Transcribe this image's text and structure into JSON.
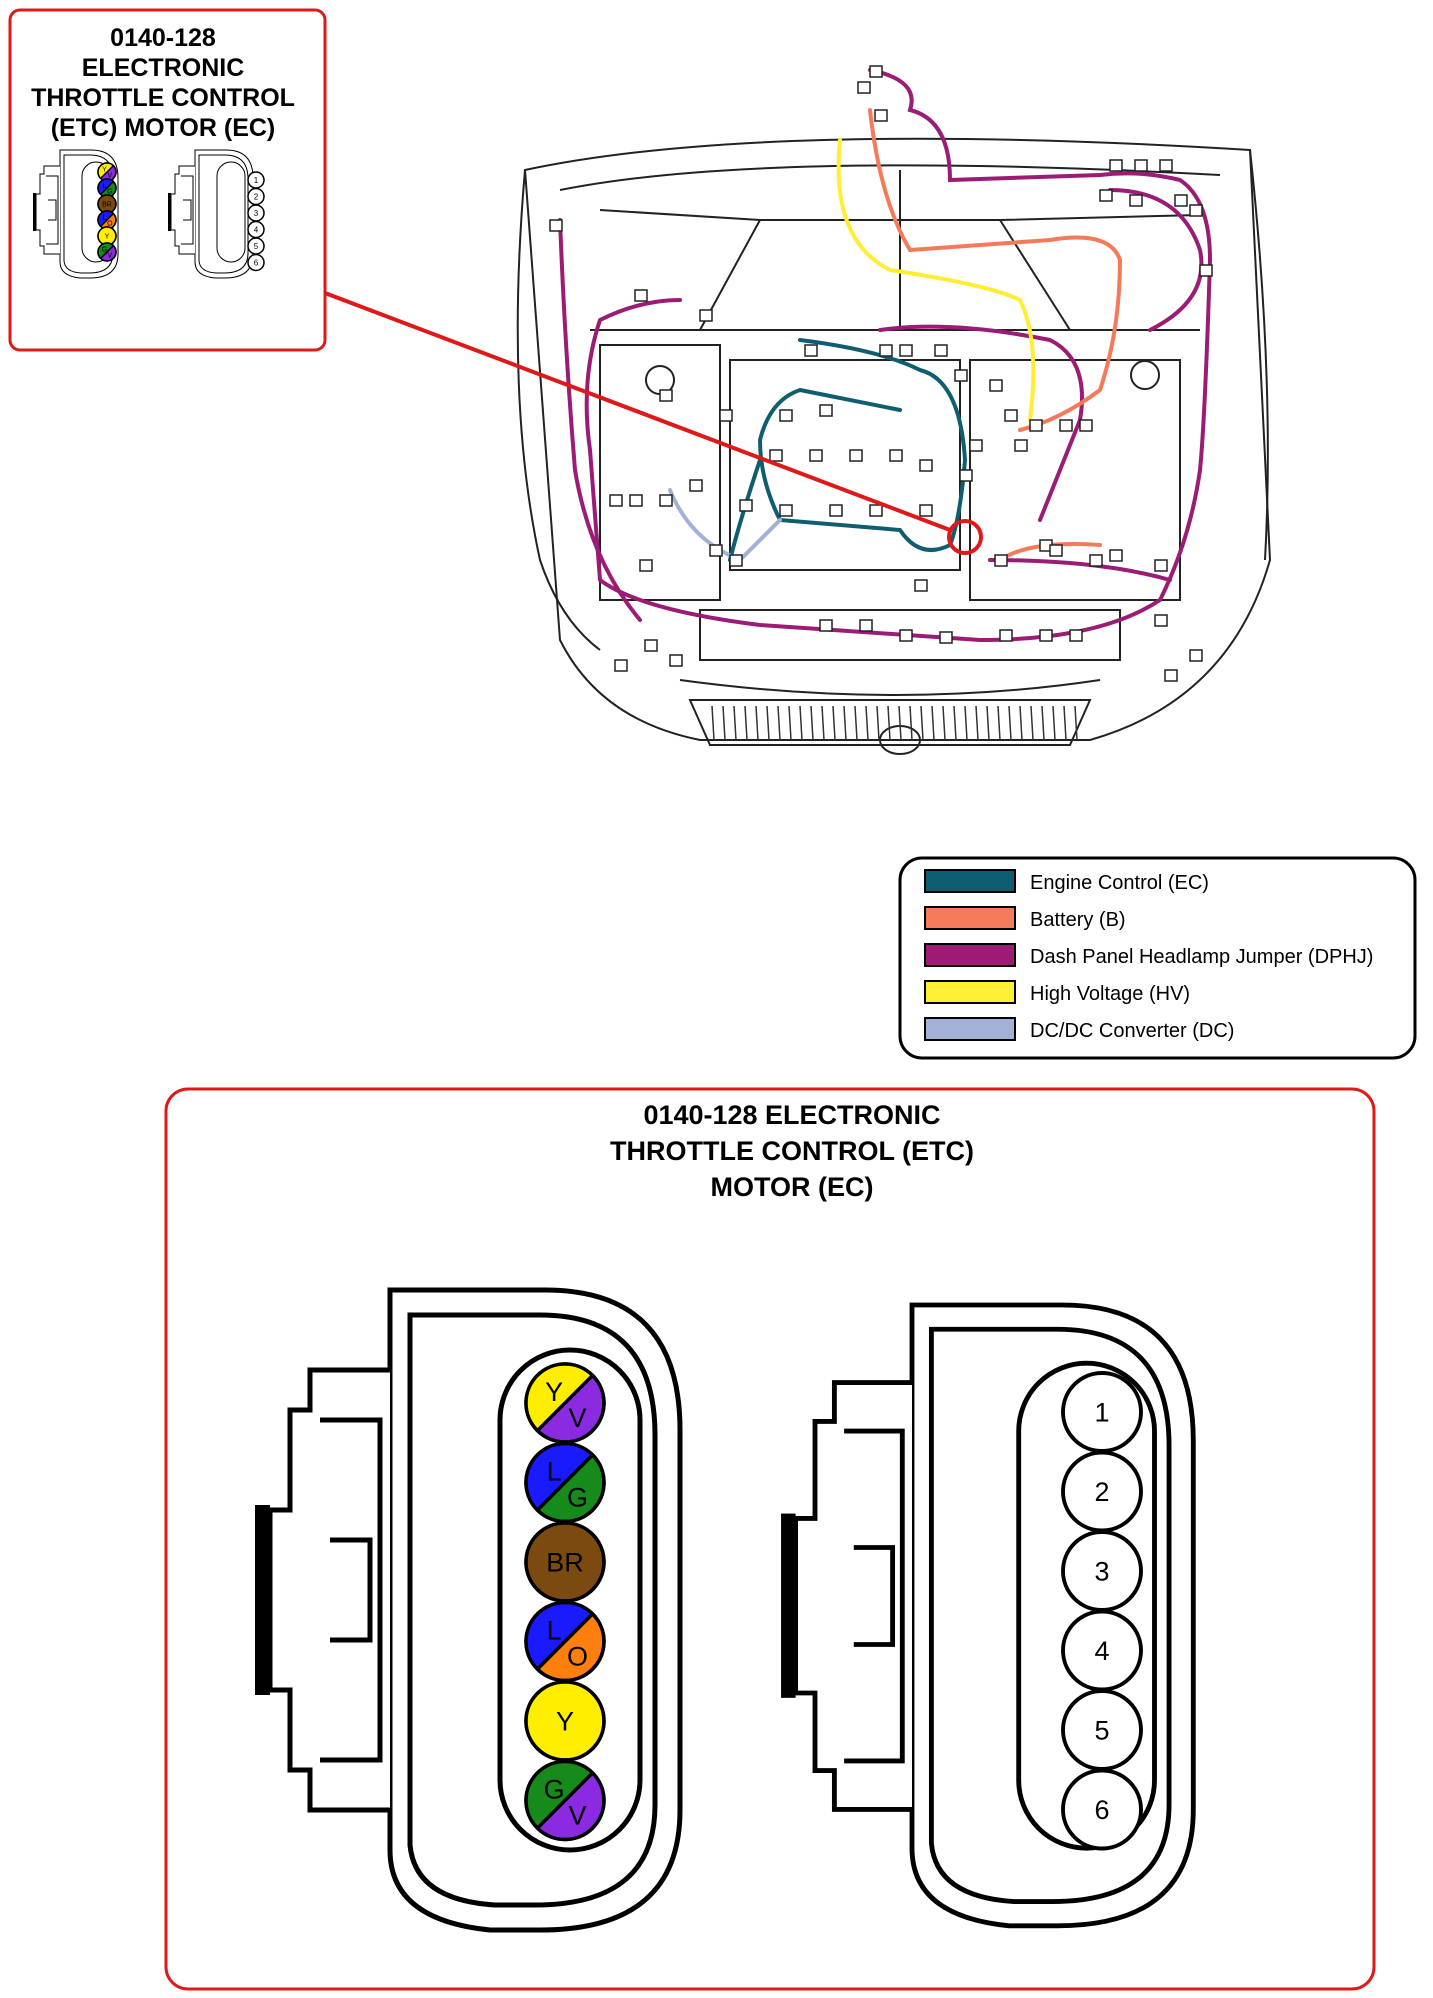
{
  "inset": {
    "title_lines": [
      "0140-128",
      "ELECTRONIC",
      "THROTTLE CONTROL",
      "(ETC) MOTOR (EC)"
    ],
    "border_color": "#e01818"
  },
  "main": {
    "title_lines": [
      "0140-128 ELECTRONIC",
      "THROTTLE CONTROL (ETC)",
      "MOTOR (EC)"
    ],
    "border_color": "#e01818"
  },
  "legend": {
    "items": [
      {
        "label": "Engine Control   (EC)",
        "color": "#0e5e6f"
      },
      {
        "label": "Battery (B)",
        "color": "#f47a5a"
      },
      {
        "label": "Dash Panel Headlamp Jumper (DPHJ)",
        "color": "#9b1b75"
      },
      {
        "label": "High Voltage (HV)",
        "color": "#ffee33"
      },
      {
        "label": "DC/DC Converter (DC)",
        "color": "#a3b1d6"
      }
    ]
  },
  "pins_wire": [
    {
      "label_a": "Y",
      "label_b": "V",
      "color_a": "#ffee00",
      "color_b": "#8a2be2"
    },
    {
      "label_a": "L",
      "label_b": "G",
      "color_a": "#1a1aff",
      "color_b": "#168a1a"
    },
    {
      "label_a": "BR",
      "label_b": "",
      "color_a": "#7a4a10",
      "color_b": "#7a4a10"
    },
    {
      "label_a": "L",
      "label_b": "O",
      "color_a": "#1a1aff",
      "color_b": "#ff7f0e"
    },
    {
      "label_a": "Y",
      "label_b": "",
      "color_a": "#ffee00",
      "color_b": "#ffee00"
    },
    {
      "label_a": "G",
      "label_b": "V",
      "color_a": "#168a1a",
      "color_b": "#8a2be2"
    }
  ],
  "pins_number": [
    "1",
    "2",
    "3",
    "4",
    "5",
    "6"
  ],
  "callout_color": "#e01818"
}
